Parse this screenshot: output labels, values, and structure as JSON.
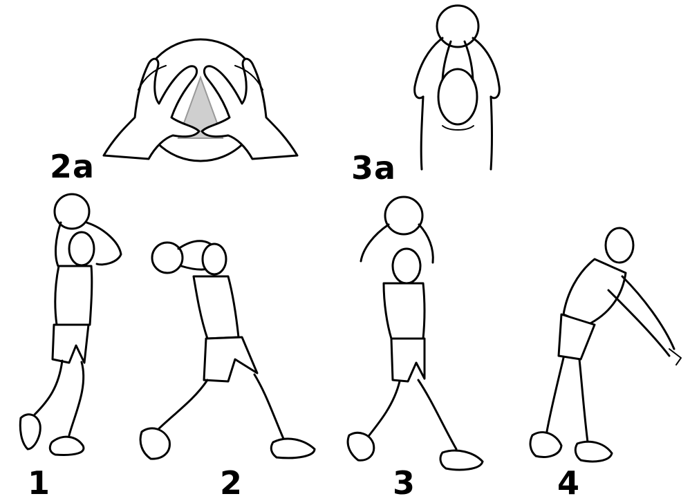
{
  "figures": {
    "detail_hands": {
      "label": "2a",
      "icon": "hands-on-ball-detail"
    },
    "detail_back": {
      "label": "3a",
      "icon": "overhead-ball-back-view"
    },
    "step_1": {
      "label": "1",
      "icon": "thrower-stance-ball-overhead"
    },
    "step_2": {
      "label": "2",
      "icon": "thrower-backswing-lunge"
    },
    "step_3": {
      "label": "3",
      "icon": "thrower-forward-swing"
    },
    "step_4": {
      "label": "4",
      "icon": "thrower-follow-through"
    }
  }
}
